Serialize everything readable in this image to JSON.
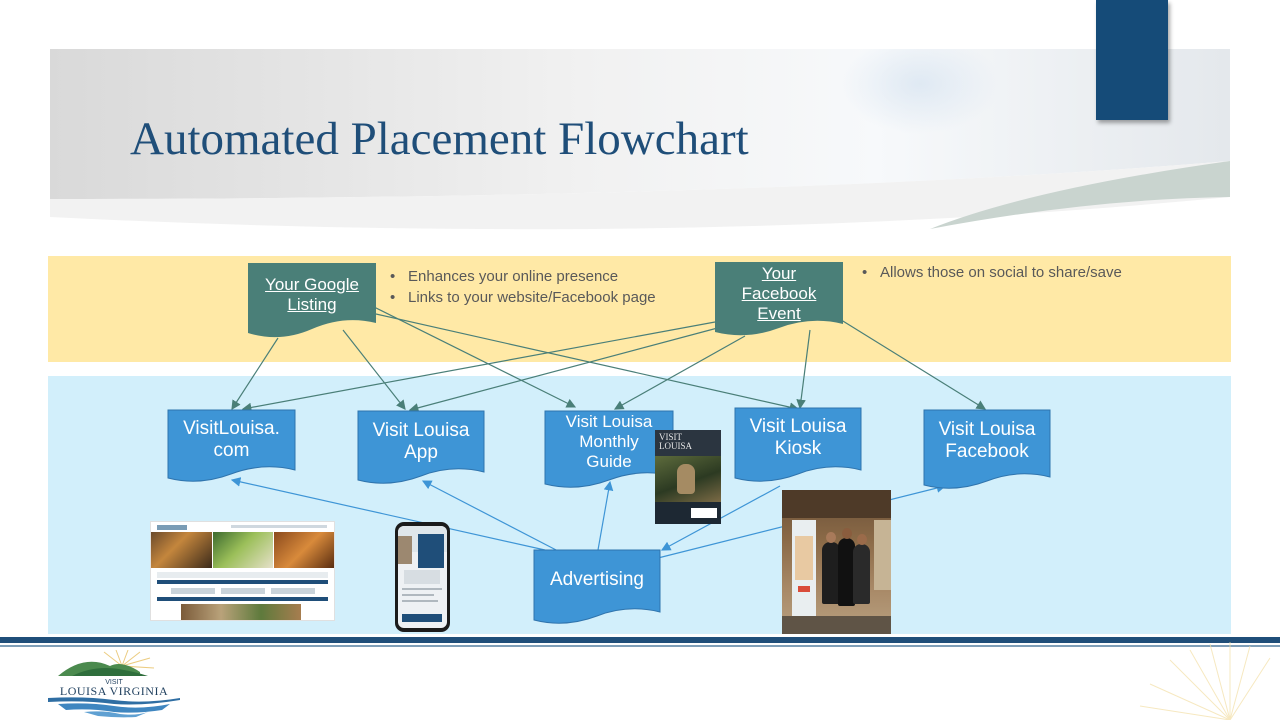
{
  "slide": {
    "title": "Automated Placement Flowchart"
  },
  "sources": {
    "google": {
      "label": "Your Google Listing",
      "notes": [
        "Enhances your online presence",
        "Links to your website/Facebook page"
      ]
    },
    "facebook": {
      "label": "Your Facebook Event",
      "notes": [
        "Allows those on social to share/save"
      ]
    }
  },
  "targets": {
    "website": {
      "label": "VisitLouisa.\ncom"
    },
    "app": {
      "label": "Visit Louisa\nApp"
    },
    "guide": {
      "label": "Visit Louisa\nMonthly\nGuide"
    },
    "kiosk": {
      "label": "Visit Louisa\nKiosk"
    },
    "facebook_page": {
      "label": "Visit Louisa\nFacebook"
    }
  },
  "advertising": {
    "label": "Advertising"
  },
  "guide_cover": {
    "brand_line1": "VISIT",
    "brand_line2": "LOUISA"
  },
  "logo": {
    "top": "VISIT",
    "name": "LOUISA VIRGINIA"
  },
  "colors": {
    "source_box": "#4a7f78",
    "target_box": "#3e95d6",
    "title": "#1f4e79",
    "yellow_band": "#ffe9a6",
    "blue_band": "#d2effb",
    "arrow_source": "#4a7f78",
    "arrow_ad": "#3e95d6"
  }
}
